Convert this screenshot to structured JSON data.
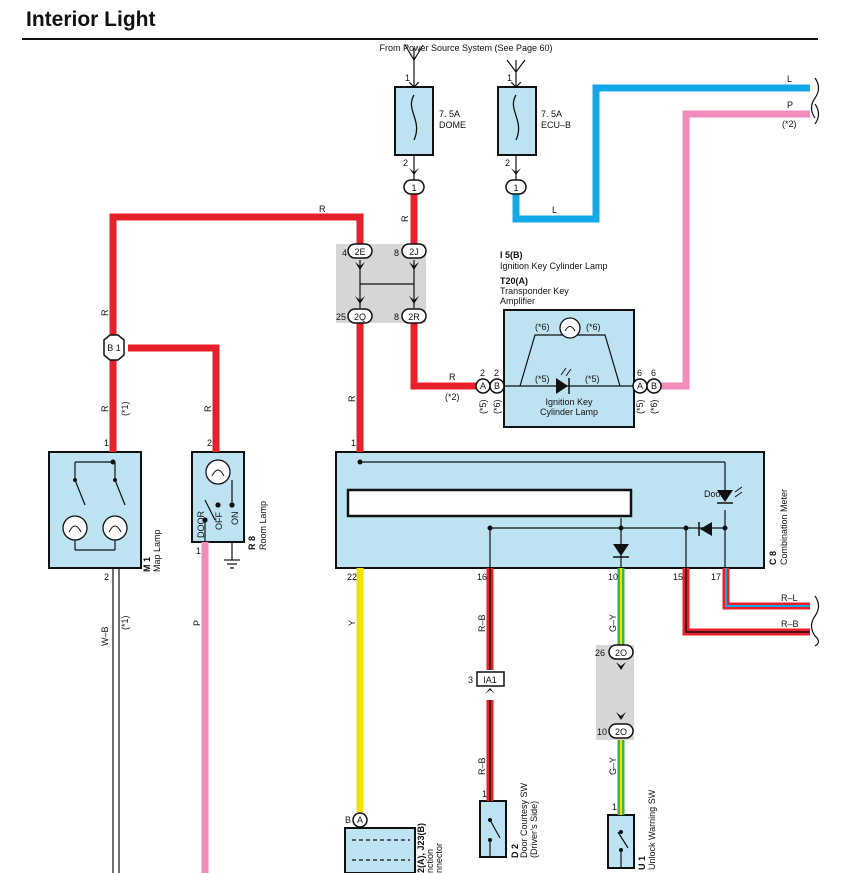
{
  "page": {
    "title": "Interior Light"
  },
  "colors": {
    "red": "#e8202a",
    "blue": "#12a8e8",
    "pink": "#f08cbc",
    "yellow": "#f5e000",
    "green": "#3ab54a",
    "box": "#bde3f2",
    "junction": "#d6d6d6"
  },
  "labels": {
    "power_source": "From Power Source System (See Page 60)",
    "fuse_dome_rating": "7. 5A",
    "fuse_dome_name": "DOME",
    "fuse_ecub_rating": "7. 5A",
    "fuse_ecub_name": "ECU–B",
    "pin_1": "1",
    "pin_2": "2",
    "pin_4": "4",
    "pin_6": "6",
    "pin_8": "8",
    "pin_10": "10",
    "pin_15": "15",
    "pin_16": "16",
    "pin_17": "17",
    "pin_22": "22",
    "pin_25": "25",
    "pin_26": "26",
    "pin_3": "3",
    "conn_1": "1",
    "conn_2E": "2E",
    "conn_2J": "2J",
    "conn_2Q": "2Q",
    "conn_2R": "2R",
    "conn_2O": "2O",
    "conn_IA1": "IA1",
    "conn_A": "A",
    "conn_B": "B",
    "conn_B1": "B 1",
    "wire_R": "R",
    "wire_L": "L",
    "wire_P": "P",
    "wire_Y": "Y",
    "wire_WB": "W–B",
    "wire_RB": "R–B",
    "wire_GY": "G–Y",
    "wire_RL": "R–L",
    "note_2": "(*2)",
    "note_1": "(*1)",
    "note_5": "(*5)",
    "note_6": "(*6)",
    "i5_title": "I 5(B)",
    "i5_name": "Ignition Key Cylinder Lamp",
    "t20_title": "T20(A)",
    "t20_name1": "Transponder Key",
    "t20_name2": "Amplifier",
    "lamp_label1": "Ignition Key",
    "lamp_label2": "Cylinder Lamp",
    "door_label": "Door",
    "sw_door": "DOOR",
    "sw_off": "OFF",
    "sw_on": "ON",
    "m1_code": "M 1",
    "m1_name": "Map Lamp",
    "r8_code": "R 8",
    "r8_name": "Room Lamp",
    "c8_code": "C 8",
    "c8_name": "Combination Meter",
    "d2_code": "D 2",
    "d2_name1": "Door Courtesy SW",
    "d2_name2": "(Driver’s Side)",
    "u1_code": "U 1",
    "u1_name": "Unlock Warning SW",
    "j_code": "2(A), J23(B)",
    "j_name1": "nction",
    "j_name2": "nnector"
  }
}
